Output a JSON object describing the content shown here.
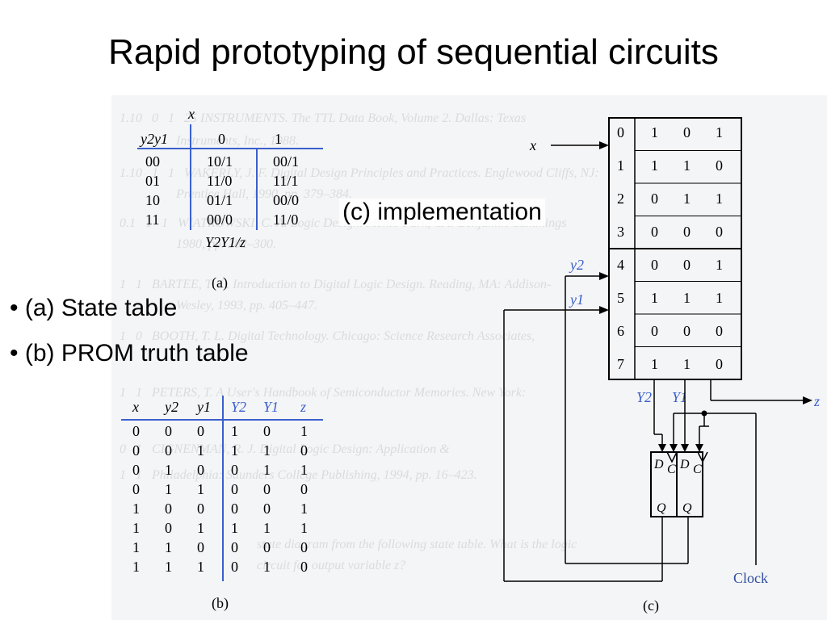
{
  "title": "Rapid prototyping of sequential circuits",
  "bullets": [
    "• (a) State table",
    "• (b) PROM truth table"
  ],
  "implementation_label": "(c) implementation",
  "state_table": {
    "input_var": "x",
    "row_var": "y2y1",
    "columns": [
      "0",
      "1"
    ],
    "rows": [
      {
        "state": "00",
        "x0": "10/1",
        "x1": "00/1"
      },
      {
        "state": "01",
        "x0": "11/0",
        "x1": "11/1"
      },
      {
        "state": "10",
        "x0": "01/1",
        "x1": "00/0"
      },
      {
        "state": "11",
        "x0": "00/0",
        "x1": "11/0"
      }
    ],
    "footer": "Y2Y1/z",
    "caption": "(a)"
  },
  "truth_table": {
    "headers": [
      "x",
      "y2",
      "y1",
      "Y2",
      "Y1",
      "z"
    ],
    "rows": [
      [
        "0",
        "0",
        "0",
        "1",
        "0",
        "1"
      ],
      [
        "0",
        "0",
        "1",
        "1",
        "1",
        "0"
      ],
      [
        "0",
        "1",
        "0",
        "0",
        "1",
        "1"
      ],
      [
        "0",
        "1",
        "1",
        "0",
        "0",
        "0"
      ],
      [
        "1",
        "0",
        "0",
        "0",
        "0",
        "1"
      ],
      [
        "1",
        "0",
        "1",
        "1",
        "1",
        "1"
      ],
      [
        "1",
        "1",
        "0",
        "0",
        "0",
        "0"
      ],
      [
        "1",
        "1",
        "1",
        "0",
        "1",
        "0"
      ]
    ],
    "caption": "(b)"
  },
  "prom": {
    "addresses": [
      "0",
      "1",
      "2",
      "3",
      "4",
      "5",
      "6",
      "7"
    ],
    "rows": [
      [
        "1",
        "0",
        "1"
      ],
      [
        "1",
        "1",
        "0"
      ],
      [
        "0",
        "1",
        "1"
      ],
      [
        "0",
        "0",
        "0"
      ],
      [
        "0",
        "0",
        "1"
      ],
      [
        "1",
        "1",
        "1"
      ],
      [
        "0",
        "0",
        "0"
      ],
      [
        "1",
        "1",
        "0"
      ]
    ],
    "input_x": "x",
    "input_y2": "y2",
    "input_y1": "y1",
    "out_Y2": "Y2",
    "out_Y1": "Y1",
    "out_z": "z",
    "ff_D": "D",
    "ff_C": "C",
    "ff_Q": "Q",
    "clock": "Clock",
    "caption": "(c)"
  },
  "colors": {
    "accent": "#3a5fcd",
    "clock": "#2f4f9f"
  }
}
